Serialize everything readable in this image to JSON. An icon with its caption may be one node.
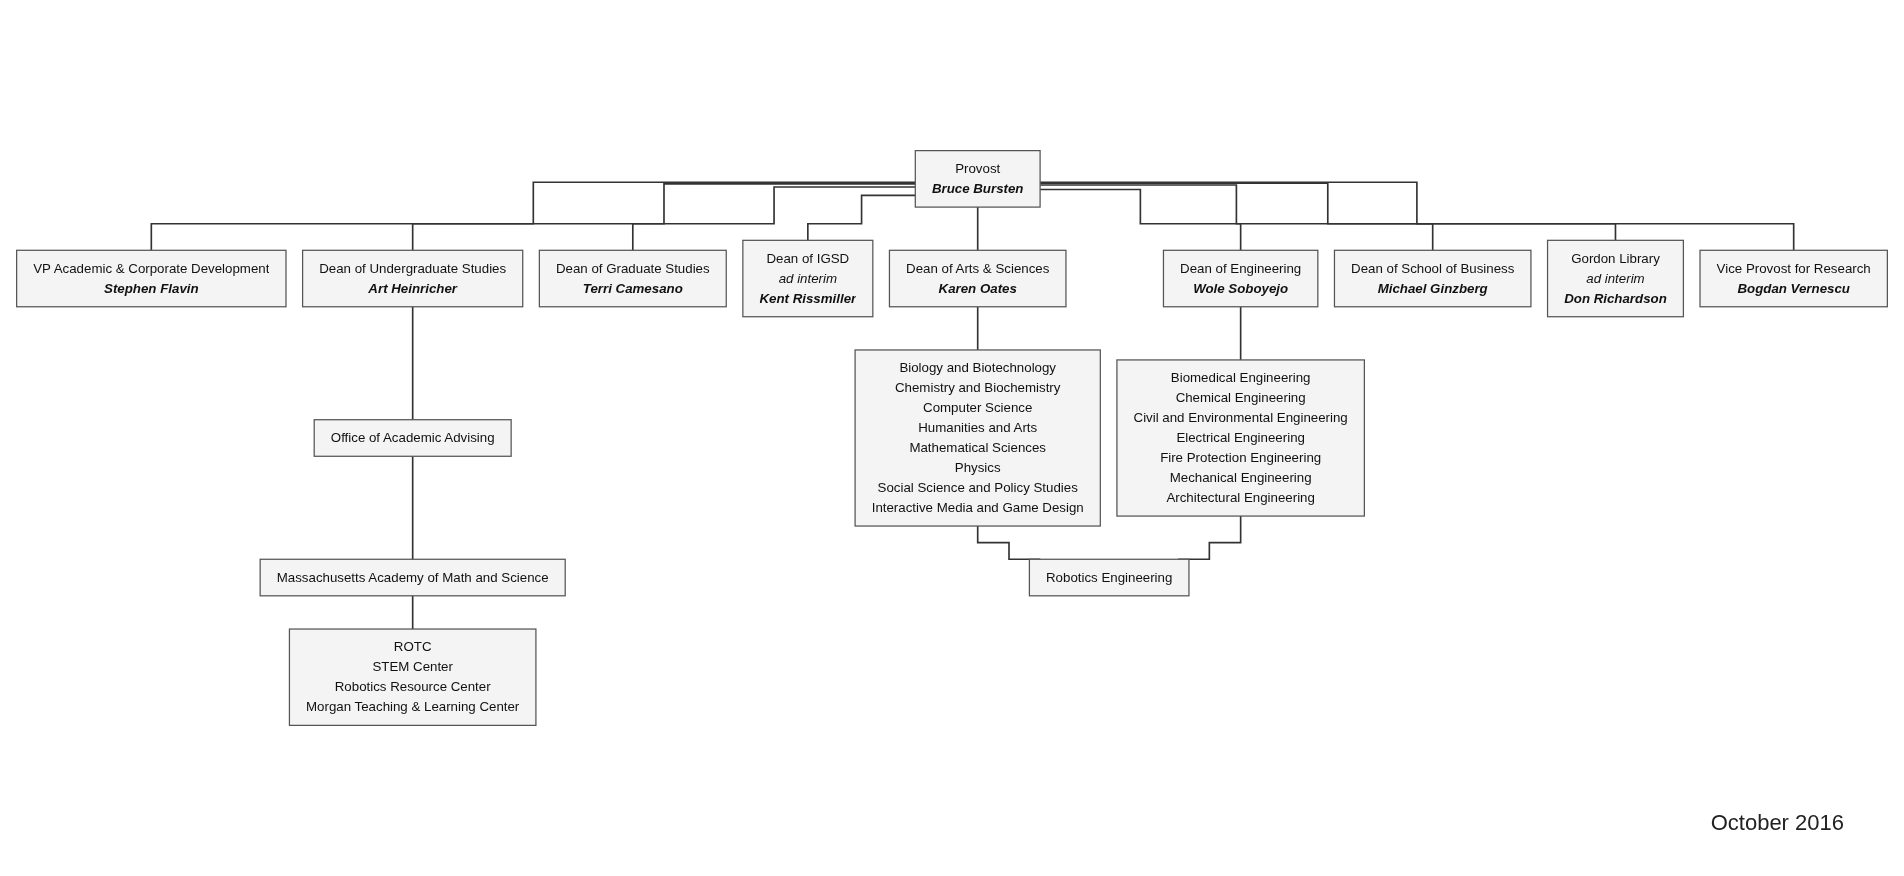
{
  "diagram": {
    "nodes": [
      {
        "text": [
          "Provost",
          "Bruce Bursten"
        ]
      },
      {
        "text": [
          "VP Academic & Corporate Development",
          "Stephen Flavin"
        ]
      },
      {
        "text": [
          "Dean of Undergraduate Studies",
          "Art Heinricher"
        ]
      },
      {
        "text": [
          "Dean of Graduate Studies",
          "Terri Camesano"
        ]
      },
      {
        "text": [
          "Dean of IGSD",
          "ad interim",
          "Kent Rissmiller"
        ]
      },
      {
        "text": [
          "Dean of Arts & Sciences",
          "Karen Oates"
        ]
      },
      {
        "text": [
          "Dean of Engineering",
          "Wole Soboyejo"
        ]
      },
      {
        "text": [
          "Dean of School of Business",
          "Michael Ginzberg"
        ]
      },
      {
        "text": [
          "Gordon Library",
          "ad interim",
          "Don Richardson"
        ]
      },
      {
        "text": [
          "Vice Provost for Research",
          "Bogdan Vernescu"
        ]
      },
      {
        "text": [
          "Office of Academic Advising"
        ]
      },
      {
        "text": [
          "Massachusetts Academy of Math and Science"
        ]
      },
      {
        "text": [
          "ROTC",
          "STEM Center",
          "Robotics Resource Center",
          "Morgan Teaching & Learning Center"
        ]
      },
      {
        "text": [
          "Biology and Biotechnology",
          "Chemistry and Biochemistry",
          "Computer Science",
          "Humanities and Arts",
          "Mathematical Sciences",
          "Physics",
          "Social Science and Policy Studies",
          "Interactive Media and Game Design"
        ]
      },
      {
        "text": [
          "Biomedical Engineering",
          "Chemical Engineering",
          "Civil and Environmental Engineering",
          "Electrical Engineering",
          "Fire Protection Engineering",
          "Mechanical Engineering",
          "Architectural Engineering"
        ]
      },
      {
        "text": [
          "Robotics Engineering"
        ]
      }
    ],
    "edges": [
      {
        "from": 0,
        "to": 1,
        "arrow": "none"
      },
      {
        "from": 0,
        "to": 2,
        "arrow": "none"
      },
      {
        "from": 0,
        "to": 3,
        "arrow": "none"
      },
      {
        "from": 0,
        "to": 4,
        "arrow": "none"
      },
      {
        "from": 0,
        "to": 5,
        "arrow": "none"
      },
      {
        "from": 0,
        "to": 6,
        "arrow": "none"
      },
      {
        "from": 0,
        "to": 7,
        "arrow": "none"
      },
      {
        "from": 0,
        "to": 8,
        "arrow": "none"
      },
      {
        "from": 0,
        "to": 9,
        "arrow": "none"
      },
      {
        "from": 2,
        "to": 10,
        "arrow": "none"
      },
      {
        "from": 10,
        "to": 11,
        "arrow": "none"
      },
      {
        "from": 11,
        "to": 12,
        "arrow": "none"
      },
      {
        "from": 5,
        "to": 13,
        "arrow": "none"
      },
      {
        "from": 6,
        "to": 14,
        "arrow": "none"
      },
      {
        "from": 13,
        "to": 15,
        "arrow": "none"
      },
      {
        "from": 14,
        "to": 15,
        "arrow": "none"
      }
    ],
    "labels": [
      "October 2016"
    ]
  }
}
